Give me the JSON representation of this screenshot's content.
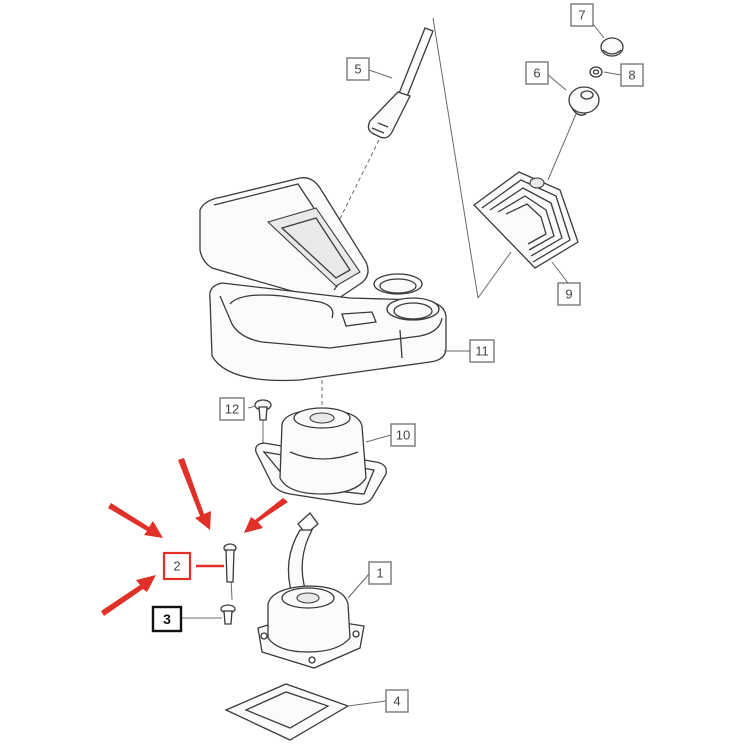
{
  "callouts": [
    {
      "id": "1",
      "label": "1"
    },
    {
      "id": "2",
      "label": "2"
    },
    {
      "id": "3",
      "label": "3"
    },
    {
      "id": "4",
      "label": "4"
    },
    {
      "id": "5",
      "label": "5"
    },
    {
      "id": "6",
      "label": "6"
    },
    {
      "id": "7",
      "label": "7"
    },
    {
      "id": "8",
      "label": "8"
    },
    {
      "id": "9",
      "label": "9"
    },
    {
      "id": "10",
      "label": "10"
    },
    {
      "id": "11",
      "label": "11"
    },
    {
      "id": "12",
      "label": "12"
    }
  ],
  "colors": {
    "line": "#3a3a3a",
    "callout_border": "#777777",
    "highlight_red": "#e03028",
    "emphasis_black": "#111111"
  },
  "highlighted_part": "2",
  "emphasized_part": "3"
}
